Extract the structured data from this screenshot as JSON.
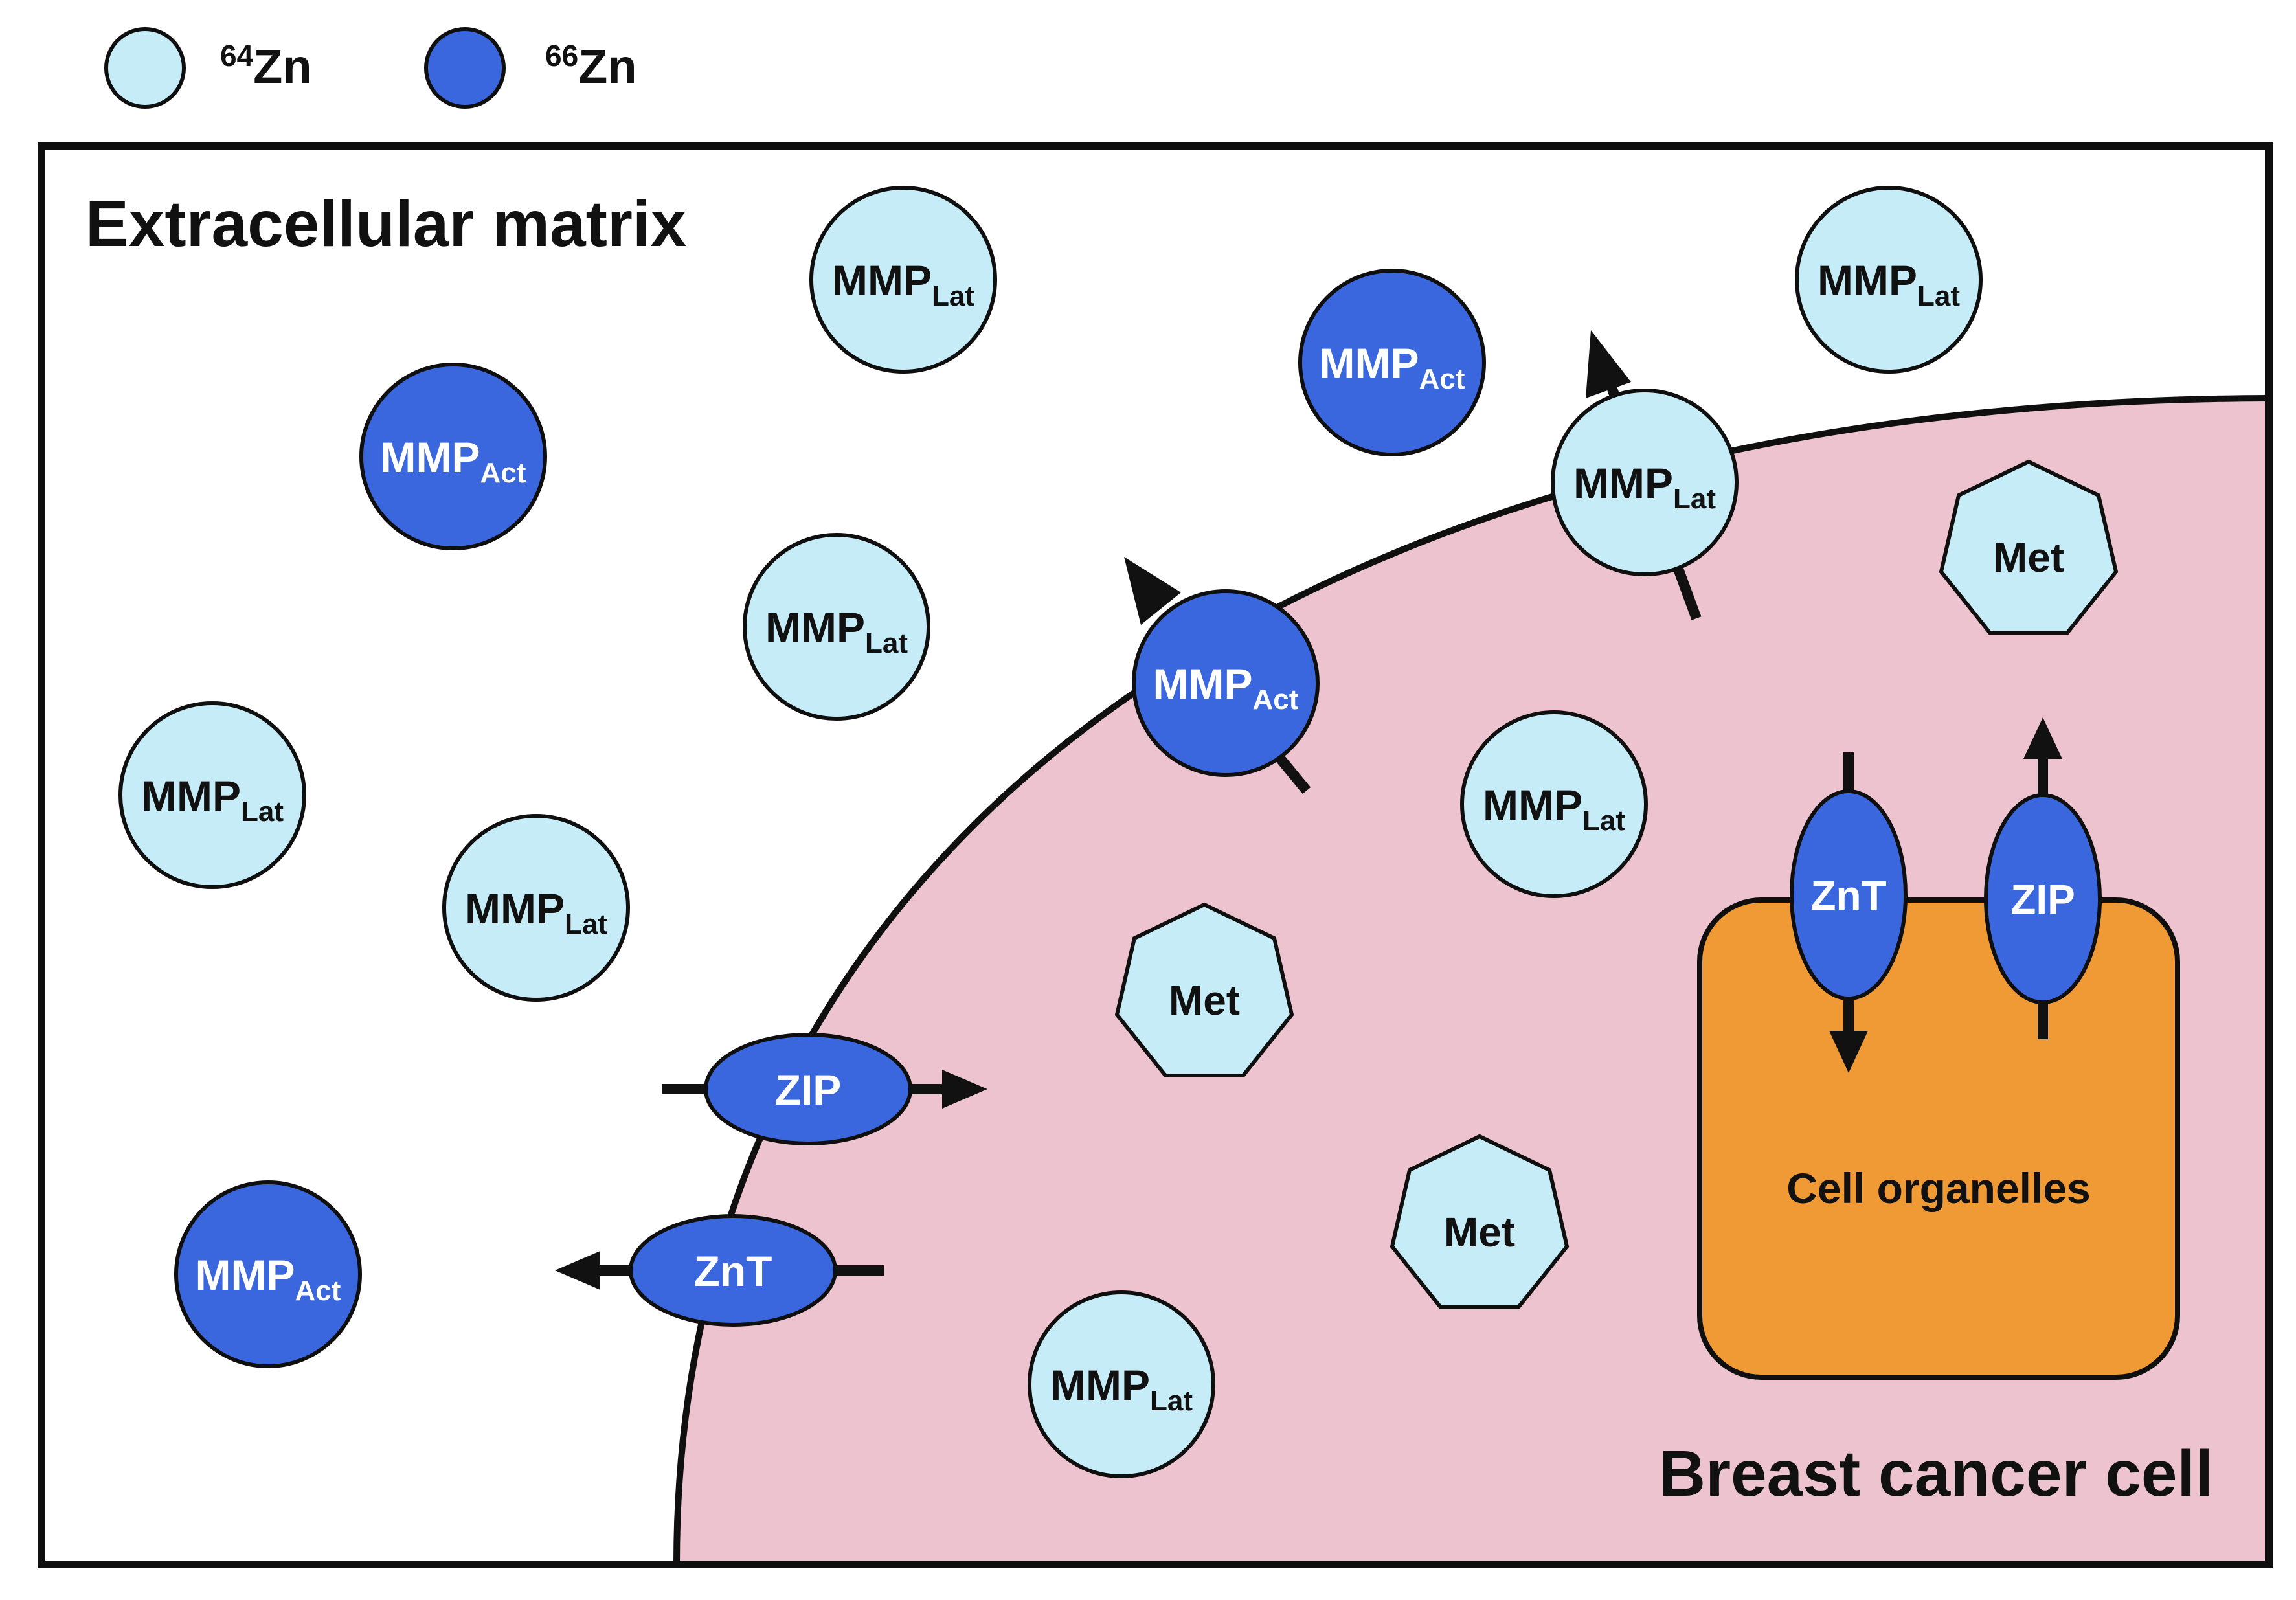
{
  "legend": {
    "light_isotope": {
      "mass": "64",
      "element": "Zn"
    },
    "dark_isotope": {
      "mass": "66",
      "element": "Zn"
    }
  },
  "regions": {
    "extracellular": "Extracellular matrix",
    "cell": "Breast cancer cell",
    "organelles": "Cell organelles"
  },
  "labels": {
    "mmp": "MMP",
    "latent_sub": "Lat",
    "active_sub": "Act",
    "met": "Met",
    "zip": "ZIP",
    "znt": "ZnT"
  },
  "colors": {
    "zn64_fill": "#c5ecf7",
    "zn66_fill": "#3a67de",
    "cell_fill": "#ecc3ce",
    "organelle_fill": "#f09a36",
    "outline": "#0f0f0f"
  }
}
